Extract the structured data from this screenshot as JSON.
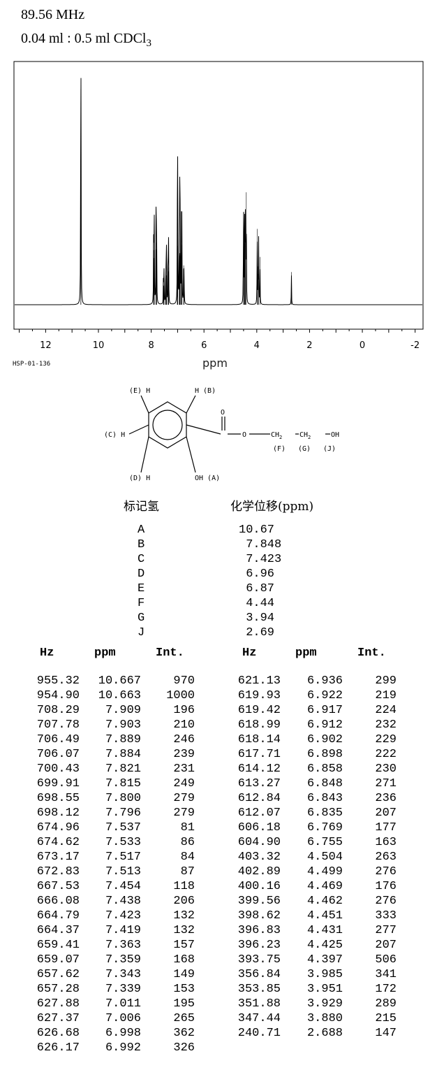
{
  "header": {
    "frequency": "89.56 MHz",
    "sample_main": "0.04 ml : 0.5 ml CDCl",
    "sample_sub": "3"
  },
  "chart_data": {
    "type": "line",
    "title": "",
    "xlabel": "ppm",
    "ylabel": "",
    "xlim": [
      13.2,
      -2.3
    ],
    "x_direction": "reversed",
    "x_ticks": [
      "12",
      "10",
      "8",
      "6",
      "4",
      "2",
      "0",
      "-2"
    ],
    "x_tick_values": [
      12,
      10,
      8,
      6,
      4,
      2,
      0,
      -2
    ],
    "grid": false,
    "series": [
      {
        "x": [
          10.667,
          10.663,
          7.909,
          7.903,
          7.889,
          7.884,
          7.821,
          7.815,
          7.8,
          7.796,
          7.537,
          7.533,
          7.517,
          7.513,
          7.454,
          7.438,
          7.423,
          7.419,
          7.363,
          7.359,
          7.343,
          7.339,
          7.011,
          7.006,
          6.998,
          6.992,
          6.936,
          6.922,
          6.917,
          6.912,
          6.902,
          6.898,
          6.858,
          6.848,
          6.843,
          6.835,
          6.769,
          6.755,
          4.504,
          4.499,
          4.469,
          4.462,
          4.451,
          4.431,
          4.425,
          4.397,
          3.985,
          3.951,
          3.929,
          3.88,
          2.688
        ],
        "values": [
          970,
          1000,
          196,
          210,
          246,
          239,
          231,
          249,
          279,
          279,
          81,
          86,
          84,
          87,
          118,
          206,
          132,
          132,
          157,
          168,
          149,
          153,
          195,
          265,
          362,
          326,
          299,
          219,
          224,
          232,
          229,
          222,
          230,
          271,
          236,
          207,
          177,
          163,
          263,
          276,
          176,
          276,
          333,
          277,
          207,
          506,
          341,
          172,
          289,
          215,
          147
        ]
      }
    ]
  },
  "spectrum_code": "HSP-01-136",
  "structure": {
    "labels": [
      "(E) H",
      "H (B)",
      "O",
      "(C) H",
      "O",
      "CH",
      "CH",
      "OH",
      "(F)",
      "(G)",
      "(J)",
      "(D) H",
      "OH (A)"
    ],
    "subscripts": [
      "2",
      "2"
    ]
  },
  "shift_table": {
    "col1_header": "标记氢",
    "col2_header": "化学位移(ppm)",
    "rows": [
      {
        "label": "A",
        "shift": "10.67"
      },
      {
        "label": "B",
        "shift": " 7.848"
      },
      {
        "label": "C",
        "shift": " 7.423"
      },
      {
        "label": "D",
        "shift": " 6.96"
      },
      {
        "label": "E",
        "shift": " 6.87"
      },
      {
        "label": "F",
        "shift": " 4.44"
      },
      {
        "label": "G",
        "shift": " 3.94"
      },
      {
        "label": "J",
        "shift": " 2.69"
      }
    ]
  },
  "peak_table": {
    "headers": [
      "Hz",
      "ppm",
      "Int."
    ],
    "left": [
      [
        "955.32",
        "10.667",
        "970"
      ],
      [
        "954.90",
        "10.663",
        "1000"
      ],
      [
        "708.29",
        "7.909",
        "196"
      ],
      [
        "707.78",
        "7.903",
        "210"
      ],
      [
        "706.49",
        "7.889",
        "246"
      ],
      [
        "706.07",
        "7.884",
        "239"
      ],
      [
        "700.43",
        "7.821",
        "231"
      ],
      [
        "699.91",
        "7.815",
        "249"
      ],
      [
        "698.55",
        "7.800",
        "279"
      ],
      [
        "698.12",
        "7.796",
        "279"
      ],
      [
        "674.96",
        "7.537",
        "81"
      ],
      [
        "674.62",
        "7.533",
        "86"
      ],
      [
        "673.17",
        "7.517",
        "84"
      ],
      [
        "672.83",
        "7.513",
        "87"
      ],
      [
        "667.53",
        "7.454",
        "118"
      ],
      [
        "666.08",
        "7.438",
        "206"
      ],
      [
        "664.79",
        "7.423",
        "132"
      ],
      [
        "664.37",
        "7.419",
        "132"
      ],
      [
        "659.41",
        "7.363",
        "157"
      ],
      [
        "659.07",
        "7.359",
        "168"
      ],
      [
        "657.62",
        "7.343",
        "149"
      ],
      [
        "657.28",
        "7.339",
        "153"
      ],
      [
        "627.88",
        "7.011",
        "195"
      ],
      [
        "627.37",
        "7.006",
        "265"
      ],
      [
        "626.68",
        "6.998",
        "362"
      ],
      [
        "626.17",
        "6.992",
        "326"
      ]
    ],
    "right": [
      [
        "621.13",
        "6.936",
        "299"
      ],
      [
        "619.93",
        "6.922",
        "219"
      ],
      [
        "619.42",
        "6.917",
        "224"
      ],
      [
        "618.99",
        "6.912",
        "232"
      ],
      [
        "618.14",
        "6.902",
        "229"
      ],
      [
        "617.71",
        "6.898",
        "222"
      ],
      [
        "614.12",
        "6.858",
        "230"
      ],
      [
        "613.27",
        "6.848",
        "271"
      ],
      [
        "612.84",
        "6.843",
        "236"
      ],
      [
        "612.07",
        "6.835",
        "207"
      ],
      [
        "606.18",
        "6.769",
        "177"
      ],
      [
        "604.90",
        "6.755",
        "163"
      ],
      [
        "403.32",
        "4.504",
        "263"
      ],
      [
        "402.89",
        "4.499",
        "276"
      ],
      [
        "400.16",
        "4.469",
        "176"
      ],
      [
        "399.56",
        "4.462",
        "276"
      ],
      [
        "398.62",
        "4.451",
        "333"
      ],
      [
        "396.83",
        "4.431",
        "277"
      ],
      [
        "396.23",
        "4.425",
        "207"
      ],
      [
        "393.75",
        "4.397",
        "506"
      ],
      [
        "356.84",
        "3.985",
        "341"
      ],
      [
        "353.85",
        "3.951",
        "172"
      ],
      [
        "351.88",
        "3.929",
        "289"
      ],
      [
        "347.44",
        "3.880",
        "215"
      ],
      [
        "240.71",
        "2.688",
        "147"
      ]
    ]
  }
}
